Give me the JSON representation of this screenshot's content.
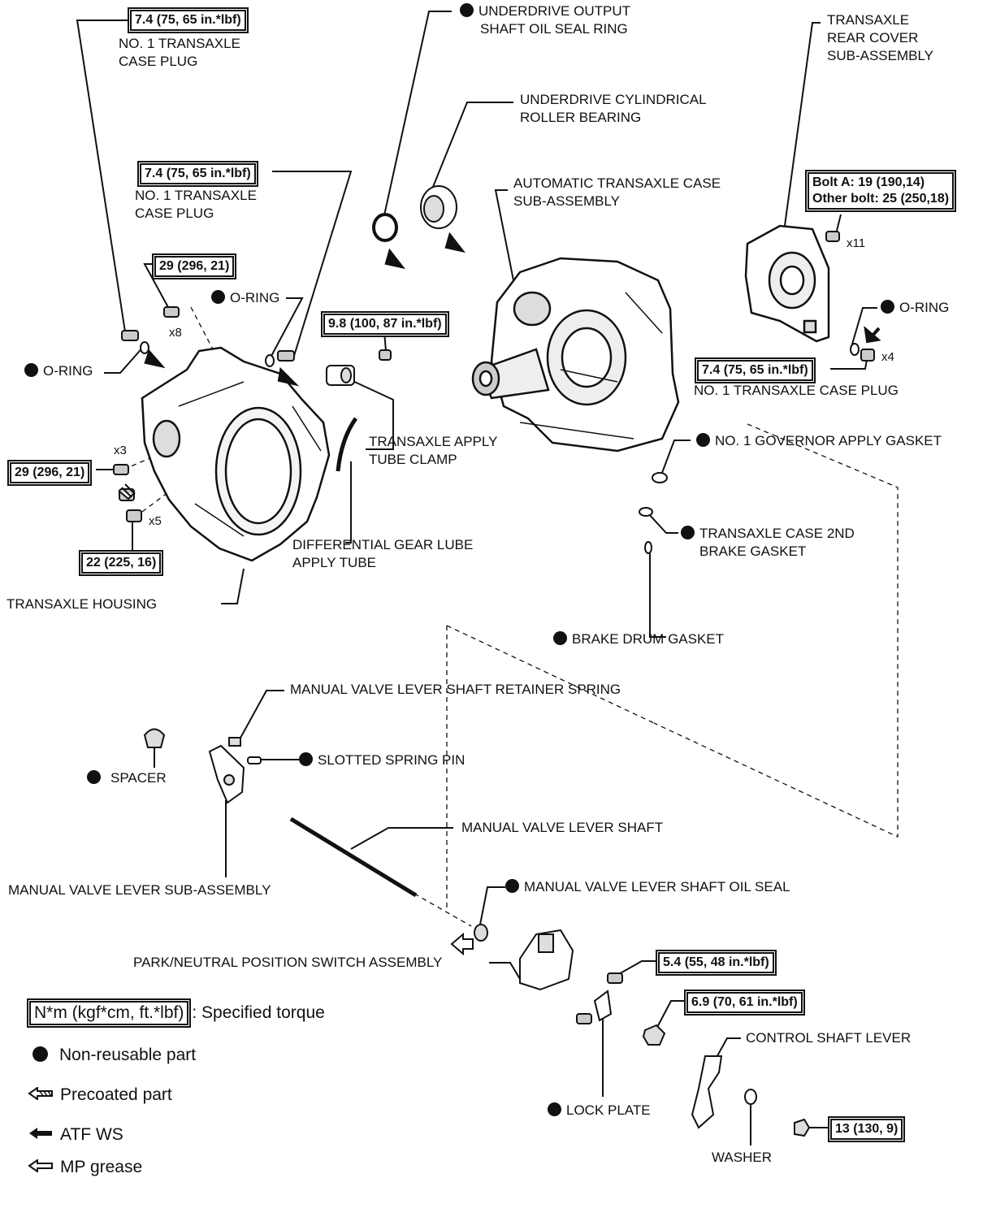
{
  "labels": {
    "uds_oil_seal_ring": [
      "UNDERDRIVE OUTPUT",
      "SHAFT OIL SEAL RING"
    ],
    "ud_roller_bearing": [
      "UNDERDRIVE CYLINDRICAL",
      "ROLLER BEARING"
    ],
    "at_case": [
      "AUTOMATIC TRANSAXLE CASE",
      "SUB-ASSEMBLY"
    ],
    "rear_cover": [
      "TRANSAXLE",
      "REAR COVER",
      "SUB-ASSEMBLY"
    ],
    "plug_top_left": [
      "NO. 1 TRANSAXLE",
      "CASE PLUG"
    ],
    "plug_mid_left": [
      "NO. 1 TRANSAXLE",
      "CASE PLUG"
    ],
    "oring_mid": "O-RING",
    "oring_left": "O-RING",
    "oring_right": "O-RING",
    "plug_right": "NO. 1 TRANSAXLE CASE PLUG",
    "tube_clamp": [
      "TRANSAXLE APPLY",
      "TUBE CLAMP"
    ],
    "governor_gasket": "NO. 1 GOVERNOR APPLY GASKET",
    "diff_tube": [
      "DIFFERENTIAL GEAR LUBE",
      "APPLY TUBE"
    ],
    "brake_gasket_2nd": [
      "TRANSAXLE CASE 2ND",
      "BRAKE GASKET"
    ],
    "housing": "TRANSAXLE HOUSING",
    "brake_drum_gasket": "BRAKE DRUM GASKET",
    "retainer_spring": "MANUAL VALVE LEVER SHAFT RETAINER SPRING",
    "spacer": "SPACER",
    "spring_pin": "SLOTTED SPRING PIN",
    "lever_shaft": "MANUAL VALVE LEVER SHAFT",
    "lever_sub": "MANUAL VALVE LEVER SUB-ASSEMBLY",
    "shaft_oil_seal": "MANUAL VALVE LEVER SHAFT OIL SEAL",
    "pn_switch": "PARK/NEUTRAL POSITION SWITCH ASSEMBLY",
    "control_lever": "CONTROL SHAFT LEVER",
    "lock_plate": "LOCK PLATE",
    "washer": "WASHER"
  },
  "torques": {
    "plug_top_left": "7.4 (75, 65 in.*lbf)",
    "plug_mid_left": "7.4 (75, 65 in.*lbf)",
    "housing_bolt_x8": "29 (296, 21)",
    "clamp_bolt": "9.8 (100, 87 in.*lbf)",
    "rear_cover_bolts": [
      "Bolt A: 19 (190,14)",
      "Other bolt: 25 (250,18)"
    ],
    "plug_right": "7.4 (75, 65 in.*lbf)",
    "housing_bolt_x3": "29 (296, 21)",
    "housing_bolt_x5": "22 (225, 16)",
    "pn_switch_bolt": "5.4 (55, 48 in.*lbf)",
    "lever_nut": "6.9 (70, 61 in.*lbf)",
    "control_nut": "13 (130, 9)"
  },
  "quantities": {
    "x11": "x11",
    "x8": "x8",
    "x4": "x4",
    "x3": "x3",
    "x5": "x5"
  },
  "legend": {
    "torque_box": "N*m (kgf*cm, ft.*lbf)",
    "torque_text": ": Specified torque",
    "non_reusable": "Non-reusable part",
    "precoated": "Precoated part",
    "atf": "ATF WS",
    "mp_grease": "MP grease"
  },
  "icons": {
    "non_reusable": "filled-circle-icon",
    "precoated": "hatched-arrow-icon",
    "atf": "solid-arrow-icon",
    "mp_grease": "hollow-arrow-icon"
  },
  "colors": {
    "ink": "#111111",
    "paper": "#ffffff"
  }
}
